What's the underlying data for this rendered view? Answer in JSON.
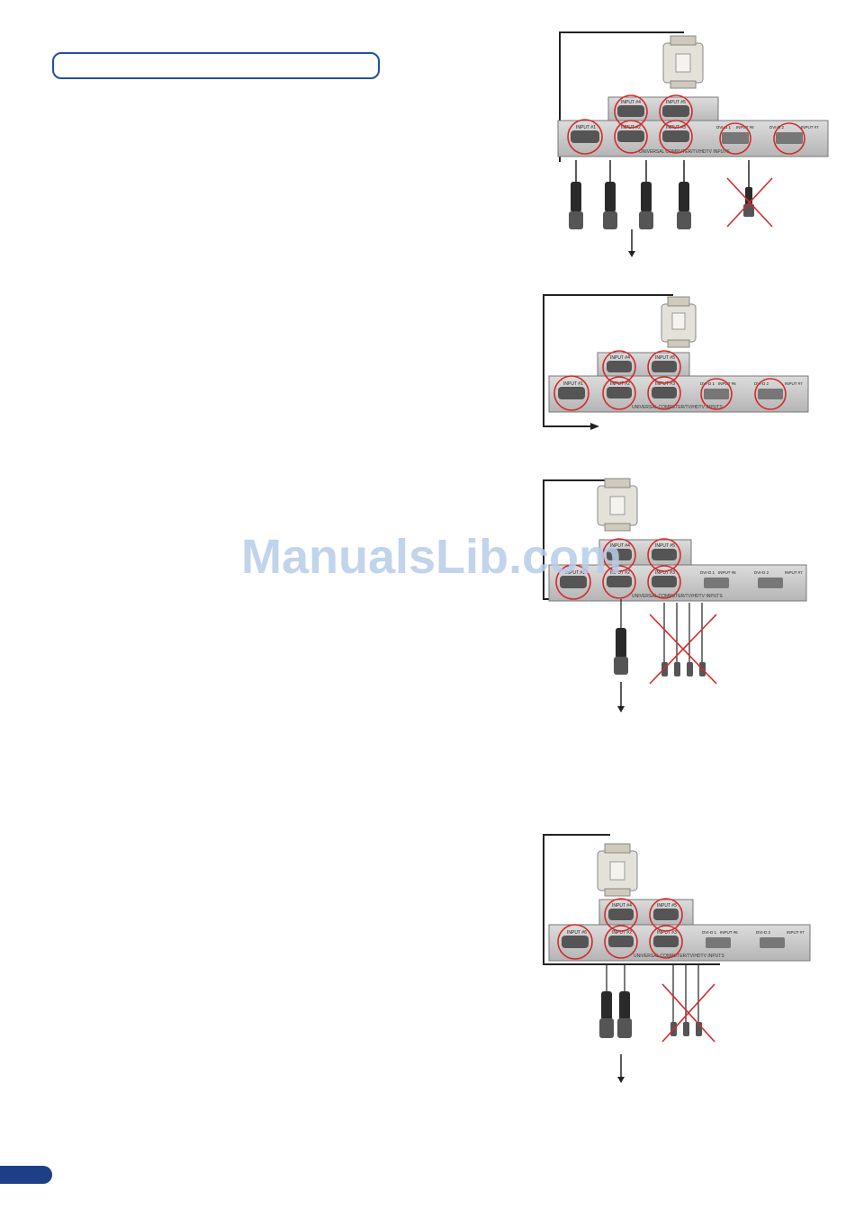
{
  "document": {
    "section_title": "",
    "watermark_text": "ManualsLib.com",
    "page_number": ""
  },
  "panel_labels": {
    "input_1": "INPUT #1",
    "input_2": "INPUT #2",
    "input_3": "INPUT #3",
    "input_4": "INPUT #4",
    "input_5": "INPUT #5",
    "input_6": "INPUT #6",
    "input_7": "INPUT #7",
    "dvi_1": "DVI-D 1",
    "dvi_2": "DVI-D 2",
    "panel_caption": "UNIVERSAL COMPUTER/TV/HDTV INPUTS"
  },
  "colors": {
    "accent_blue": "#1f4fa8",
    "tab_blue": "#1d3f86",
    "highlight_red": "#d42a2a",
    "panel_gray": "#c9c9c9"
  }
}
